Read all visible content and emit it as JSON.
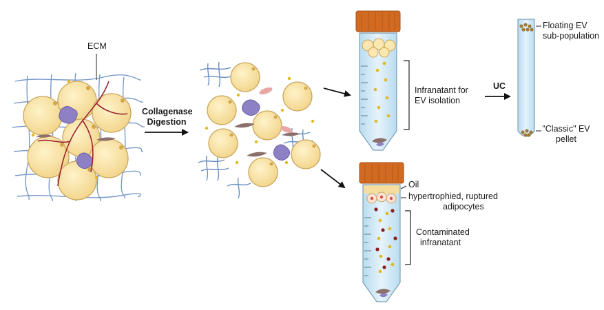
{
  "labels": {
    "ecm": "ECM",
    "collagenase_line1": "Collagenase",
    "collagenase_line2": "Digestion",
    "infranatant_line1": "Infranatant for",
    "infranatant_line2": "EV isolation",
    "uc": "UC",
    "floating_line1": "Floating EV",
    "floating_line2": "sub-population",
    "classic_line1": "\"Classic\" EV",
    "classic_line2": "pellet",
    "oil": "Oil",
    "hyper_line1": "hypertrophied, ruptured",
    "hyper_line2": "adipocytes",
    "contaminated_line1": "Contaminated",
    "contaminated_line2": "infranatant"
  },
  "colors": {
    "adipocyte_fill": "#f8e2a6",
    "adipocyte_stroke": "#c9a45a",
    "ecm_fiber": "#6a8fc4",
    "vessel": "#9b2335",
    "immune_cell": "#8d80c4",
    "fibroblast": "#8b6f6a",
    "vesicle": "#e0b820",
    "red_cell": "#e8a6a6",
    "tube_cap": "#d26a22",
    "tube_liquid": "#cfe6f5",
    "tube_outline": "#7d9fb8",
    "oil_layer": "#f5dda0",
    "contaminant_dot": "#8b1e1e",
    "pellet": "#a07a3a"
  }
}
